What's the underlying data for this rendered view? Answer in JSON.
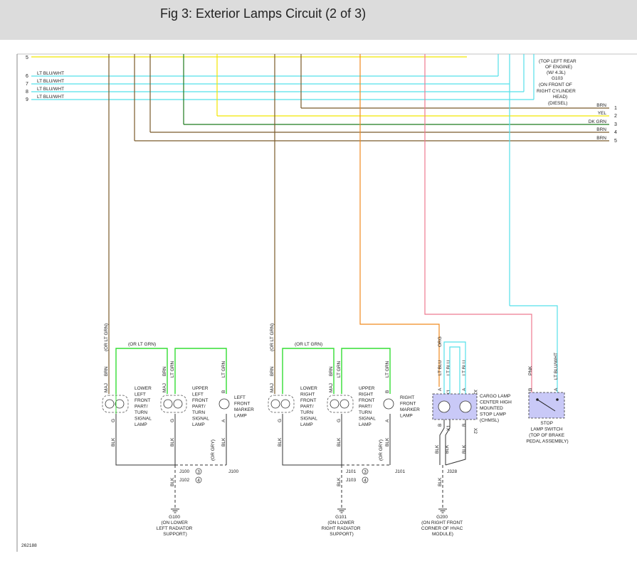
{
  "title": "Fig 3: Exterior Lamps Circuit (2 of 3)",
  "colors": {
    "brn": "#7a5a2a",
    "yel": "#f2e600",
    "dkgrn": "#1e7a1e",
    "ltgrn": "#33dd33",
    "ltblu": "#55e0ea",
    "org": "#f08a1e",
    "pnk": "#ee7a90",
    "lamp_fill": "#c9c9f7"
  },
  "left_rows": {
    "nums": [
      "5",
      "6",
      "7",
      "8",
      "9"
    ],
    "labels": [
      "LT BLU/WHT",
      "LT BLU/WHT",
      "LT BLU/WHT",
      "LT BLU/WHT"
    ]
  },
  "right_rows": {
    "nums": [
      "1",
      "2",
      "3",
      "4",
      "5"
    ],
    "labels": [
      "BRN",
      "YEL",
      "DK GRN",
      "BRN",
      "BRN"
    ]
  },
  "ground_notes": [
    "(TOP LEFT REAR",
    "OF ENGINE)",
    "(W/ 4.3L)",
    "G103",
    "(ON FRONT OF",
    "RIGHT CYLINDER",
    "HEAD)",
    "(DIESEL)"
  ],
  "wire_labels": {
    "or_lt_grn": "(OR LT GRN)",
    "brn": "BRN",
    "lt_grn": "LT GRN",
    "blk": "BLK",
    "or_gry": "(OR GRY)",
    "org": "ORG",
    "lt_blu": "LT BLU",
    "pnk": "PNK",
    "lt_blu_wht": "LT BLU/WHT"
  },
  "pins": {
    "maj": "MAJ",
    "g": "G",
    "b": "B",
    "a": "A",
    "x1": "X1",
    "x2": "X2"
  },
  "lamps": {
    "ll1": [
      "LOWER",
      "LEFT",
      "FRONT",
      "PART/",
      "TURN",
      "SIGNAL",
      "LAMP"
    ],
    "ul1": [
      "UPPER",
      "LEFT",
      "FRONT",
      "PART/",
      "TURN",
      "SIGNAL",
      "LAMP"
    ],
    "lfm": [
      "LEFT",
      "FRONT",
      "MARKER",
      "LAMP"
    ],
    "lr1": [
      "LOWER",
      "RIGHT",
      "FRONT",
      "PART/",
      "TURN",
      "SIGNAL",
      "LAMP"
    ],
    "ur1": [
      "UPPER",
      "RIGHT",
      "FRONT",
      "PART/",
      "TURN",
      "SIGNAL",
      "LAMP"
    ],
    "rfm": [
      "RIGHT",
      "FRONT",
      "MARKER",
      "LAMP"
    ],
    "cargo": [
      "CARGO LAMP",
      "CENTER HIGH",
      "MOUNTED",
      "STOP LAMP",
      "(CHMSL)"
    ],
    "switch": [
      "STOP",
      "LAMP SWITCH",
      "(TOP OF BRAKE",
      "PEDAL ASSEMBLY)"
    ]
  },
  "splices": {
    "j100": "J100",
    "j102": "J102",
    "j101": "J101",
    "j103": "J103",
    "j328": "J328",
    "n3": "3",
    "n4": "4"
  },
  "grounds": {
    "g100": [
      "G100",
      "(ON LOWER",
      "LEFT RADIATOR",
      "SUPPORT)"
    ],
    "g101": [
      "G101",
      "(ON LOWER",
      "RIGHT RADIATOR",
      "SUPPORT)"
    ],
    "g200": [
      "G200",
      "(ON RIGHT FRONT",
      "CORNER OF HVAC",
      "MODULE)"
    ]
  },
  "figure_id": "262188"
}
